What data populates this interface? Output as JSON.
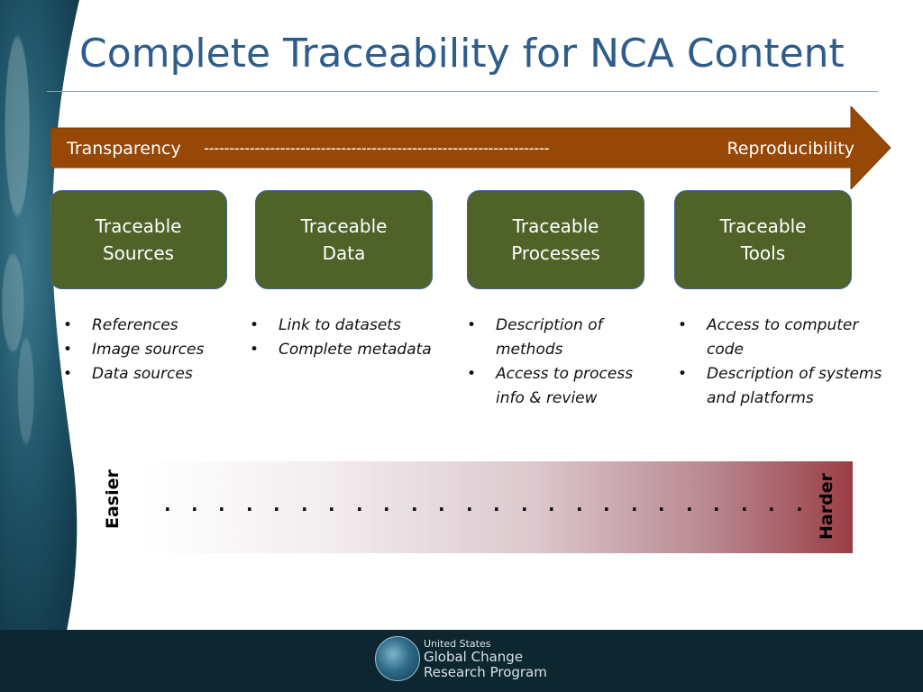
{
  "slide": {
    "title": "Complete Traceability for NCA Content"
  },
  "arrow": {
    "left_label": "Transparency",
    "dashes": "--------------------------------------------------------------------",
    "right_label": "Reproducibility",
    "color": "#974806"
  },
  "categories": [
    {
      "line1": "Traceable",
      "line2": "Sources",
      "bullets": [
        "References",
        "Image sources",
        "Data sources"
      ]
    },
    {
      "line1": "Traceable",
      "line2": "Data",
      "bullets": [
        "Link to datasets",
        "Complete metadata"
      ]
    },
    {
      "line1": "Traceable",
      "line2": "Processes",
      "bullets": [
        "Description of methods",
        "Access to process info & review"
      ]
    },
    {
      "line1": "Traceable",
      "line2": "Tools",
      "bullets": [
        "Access to computer code",
        "Description of systems and platforms"
      ]
    }
  ],
  "scale": {
    "easier_label": "Easier",
    "harder_label": "Harder",
    "start_color": "#ffffff",
    "end_color": "#9b3e45"
  },
  "footer": {
    "org_line1": "United States",
    "org_line2": "Global Change",
    "org_line3": "Research Program",
    "icon": "globe-logo"
  },
  "colors": {
    "title": "#2e5d8c",
    "box_fill": "#4f6228",
    "box_border": "#3d63a0",
    "footer_bg": "#0e2630"
  }
}
